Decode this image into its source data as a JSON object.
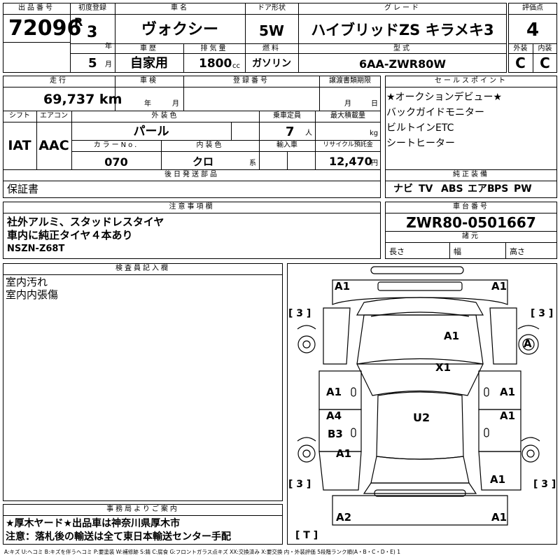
{
  "header": {
    "lot_no_label": "出品番号",
    "lot_no": "72096",
    "first_reg_label": "初度登録",
    "era": "R",
    "year": "3",
    "year_unit": "年",
    "month": "5",
    "month_unit": "月",
    "car_name_label": "車名",
    "car_name": "ヴォクシー",
    "door_label": "ドア形状",
    "door": "5W",
    "grade_label": "グレード",
    "grade": "ハイブリッドZS キラメキ3",
    "score_label": "評価点",
    "score": "4",
    "history_label": "車歴",
    "history": "自家用",
    "displacement_label": "排気量",
    "displacement": "1800",
    "displacement_unit": "cc",
    "fuel_label": "燃料",
    "fuel": "ガソリン",
    "model_label": "型式",
    "model": "6AA-ZWR80W",
    "exterior_label": "外装",
    "exterior": "C",
    "interior_label": "内装",
    "interior": "C"
  },
  "details": {
    "mileage_label": "走行",
    "mileage": "69,737 km",
    "inspection_label": "車検",
    "inspection_year_unit": "年",
    "inspection_month_unit": "月",
    "reg_no_label": "登録番号",
    "handover_label": "譲渡書類期限",
    "handover_month_unit": "月",
    "handover_day_unit": "日",
    "shift_label": "シフト",
    "shift": "IAT",
    "ac_label": "エアコン",
    "ac": "AAC",
    "color_label": "外装色",
    "color": "パール",
    "capacity_label": "乗車定員",
    "capacity": "7",
    "capacity_unit": "人",
    "max_load_label": "最大積載量",
    "max_load_unit": "kg",
    "color_no_label": "カラーNo.",
    "color_no": "070",
    "interior_color_label": "内装色",
    "interior_color": "クロ",
    "interior_color_unit": "系",
    "import_label": "輸入車",
    "recycle_label": "リサイクル預託金",
    "recycle": "12,470",
    "recycle_unit": "円",
    "later_parts_label": "後日発送部品",
    "later_parts": "保証書"
  },
  "sales_points": {
    "label": "セールスポイント",
    "items": [
      "★オークションデビュー★",
      "バックガイドモニター",
      "ビルトインETC",
      "シートヒーター"
    ]
  },
  "equipment": {
    "label": "純正装備",
    "items": [
      "ナビ",
      "TV",
      "ABS",
      "エアB",
      "PS",
      "PW"
    ]
  },
  "notes": {
    "label": "注意事項欄",
    "lines": [
      "社外アルミ、スタッドレスタイヤ",
      "車内に純正タイヤ４本あり",
      "NSZN-Z68T"
    ]
  },
  "chassis": {
    "label": "車台番号",
    "number": "ZWR80-0501667",
    "specs_label": "諸元",
    "length_label": "長さ",
    "width_label": "幅",
    "height_label": "高さ"
  },
  "inspector": {
    "label": "検査員記入欄",
    "lines": [
      "室内汚れ",
      "室内内張傷"
    ]
  },
  "office": {
    "label": "事務局よりご案内",
    "lines": [
      "★厚木ヤード★出品車は神奈川県厚木市",
      "注意：落札後の輸送は全て東日本輸送センター手配"
    ]
  },
  "diagram": {
    "marks": {
      "front_left": "A1",
      "front_right": "A1",
      "bracket_tl": "[ 3 ]",
      "bracket_tr": "[ 3 ]",
      "hood": "A1",
      "wheel_fr": "A",
      "windshield": "X1",
      "door_fl": "A1",
      "door_fr": "A1",
      "door_rl_a": "A4",
      "door_rl_b": "B3",
      "door_rr": "A1",
      "roof": "U2",
      "wheel_rl": "A1",
      "bracket_bl": "[ 3 ]",
      "bracket_br": "[ 3 ]",
      "rear_quarter_r": "A1",
      "rear_left": "A2",
      "rear_right": "A1",
      "bracket_t": "[ T ]"
    }
  },
  "legend": "A:キズ U:ヘコミ B:キズを伴うヘコミ P:要塗装 W:補修跡 S:錆 C:腐食 G:フロントガラス点キズ XX:交換済み X:要交換  内・外装評価 5段階ランク順(A・B・C・D・E) 1"
}
